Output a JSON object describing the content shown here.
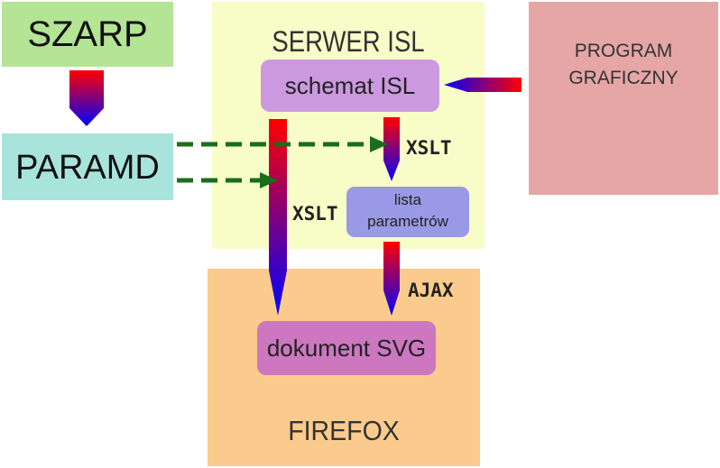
{
  "nodes": {
    "szarp": "SZARP",
    "paramd": "PARAMD",
    "serwer": "SERWER ISL",
    "schemat": "schemat ISL",
    "lista_line1": "lista",
    "lista_line2": "parametrów",
    "program_line1": "PROGRAM",
    "program_line2": "GRAFICZNY",
    "firefox": "FIREFOX",
    "dokument": "dokument SVG"
  },
  "edge_labels": {
    "xslt_upper": "XSLT",
    "xslt_lower": "XSLT",
    "ajax": "AJAX"
  },
  "colors": {
    "szarp_fill": "#b3e594",
    "paramd_fill": "#a8e4dc",
    "serwer_fill": "#f8fdc8",
    "schemat_fill": "#cc99e0",
    "lista_fill": "#9999e6",
    "program_fill": "#e6a6a6",
    "firefox_fill": "#fbcb8d",
    "dokument_fill": "#cc77c0",
    "arrow_start": "#ff0000",
    "arrow_end": "#0000ff",
    "dashed_arrow": "#1a6e1a"
  }
}
